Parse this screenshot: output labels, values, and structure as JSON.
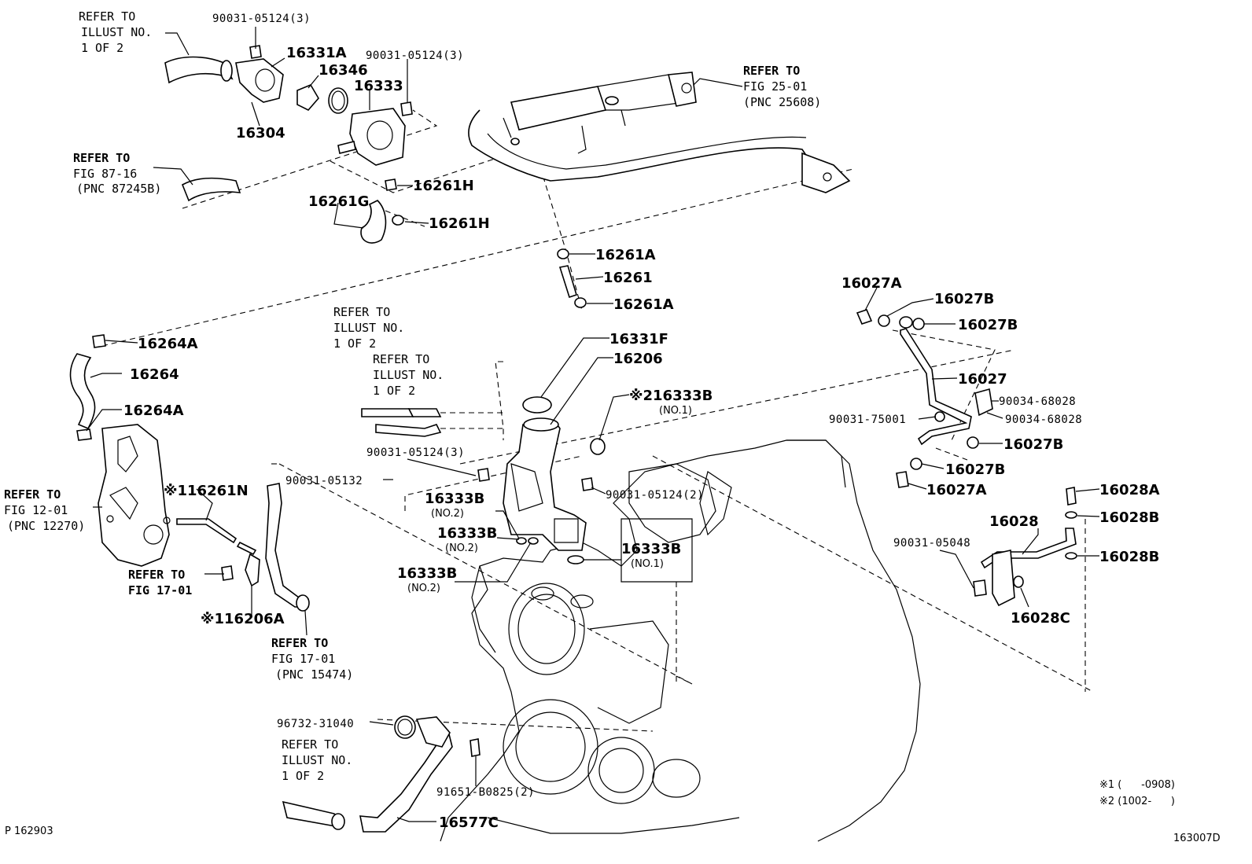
{
  "labels": {
    "p90031_05124_3_a": "90031-05124(3)",
    "p16331A": "16331A",
    "p90031_05124_3_b": "90031-05124(3)",
    "p16346": "16346",
    "p16333": "16333",
    "p16304": "16304",
    "p16261H_a": "16261H",
    "p16261G": "16261G",
    "p16261H_b": "16261H",
    "p16261A_a": "16261A",
    "p16261": "16261",
    "p16261A_b": "16261A",
    "p16331F": "16331F",
    "p16206": "16206",
    "p16333B_no1_a": "※216333B",
    "p16333B_no1_a_sub": "(NO.1)",
    "p90031_05124_3_c": "90031-05124(3)",
    "p90031_05132": "90031-05132",
    "p16333B_no2_a": "16333B",
    "p16333B_no2_a_sub": "(NO.2)",
    "p16333B_no2_b": "16333B",
    "p16333B_no2_b_sub": "(NO.2)",
    "p16333B_no2_c": "16333B",
    "p16333B_no2_c_sub": "(NO.2)",
    "p90031_05124_2": "90031-05124(2)",
    "p16333B_no1_b": "16333B",
    "p16333B_no1_b_sub": "(NO.1)",
    "p16264A_a": "16264A",
    "p16264": "16264",
    "p16264A_b": "16264A",
    "p16261N": "※116261N",
    "p16206A": "※116206A",
    "p16027A_a": "16027A",
    "p16027B_a": "16027B",
    "p16027B_b": "16027B",
    "p16027": "16027",
    "p90034_68028_a": "90034-68028",
    "p90034_68028_b": "90034-68028",
    "p90031_75001": "90031-75001",
    "p16027B_c": "16027B",
    "p16027B_d": "16027B",
    "p16027A_b": "16027A",
    "p16028A": "16028A",
    "p16028": "16028",
    "p16028B_a": "16028B",
    "p90031_05048": "90031-05048",
    "p16028B_b": "16028B",
    "p16028C": "16028C",
    "p96732_31040": "96732-31040",
    "p91651_B0825_2": "91651-B0825(2)",
    "p16577C": "16577C"
  },
  "refs": {
    "r1_l1": "REFER TO",
    "r1_l2": "ILLUST NO.",
    "r1_l3": "1 OF 2",
    "r2_l1": "REFER TO",
    "r2_l2": "FIG 25-01",
    "r2_l3": "(PNC 25608)",
    "r3_l1": "REFER TO",
    "r3_l2": "FIG 87-16",
    "r3_l3": "(PNC 87245B)",
    "r4_l1": "REFER TO",
    "r4_l2": "ILLUST NO.",
    "r4_l3": "1 OF 2",
    "r5_l1": "REFER TO",
    "r5_l2": "ILLUST NO.",
    "r5_l3": "1 OF 2",
    "r6_l1": "REFER TO",
    "r6_l2": "FIG 12-01",
    "r6_l3": "(PNC 12270)",
    "r7_l1": "REFER TO",
    "r7_l2": "FIG 17-01",
    "r8_l1": "REFER TO",
    "r8_l2": "FIG 17-01",
    "r8_l3": "(PNC 15474)",
    "r9_l1": "REFER TO",
    "r9_l2": "ILLUST NO.",
    "r9_l3": "1 OF 2"
  },
  "notes": {
    "n1": "※1 (      -0908)",
    "n2": "※2 (1002-      )"
  },
  "footer": {
    "left_code": "P 162903",
    "right_code": "163007D"
  }
}
